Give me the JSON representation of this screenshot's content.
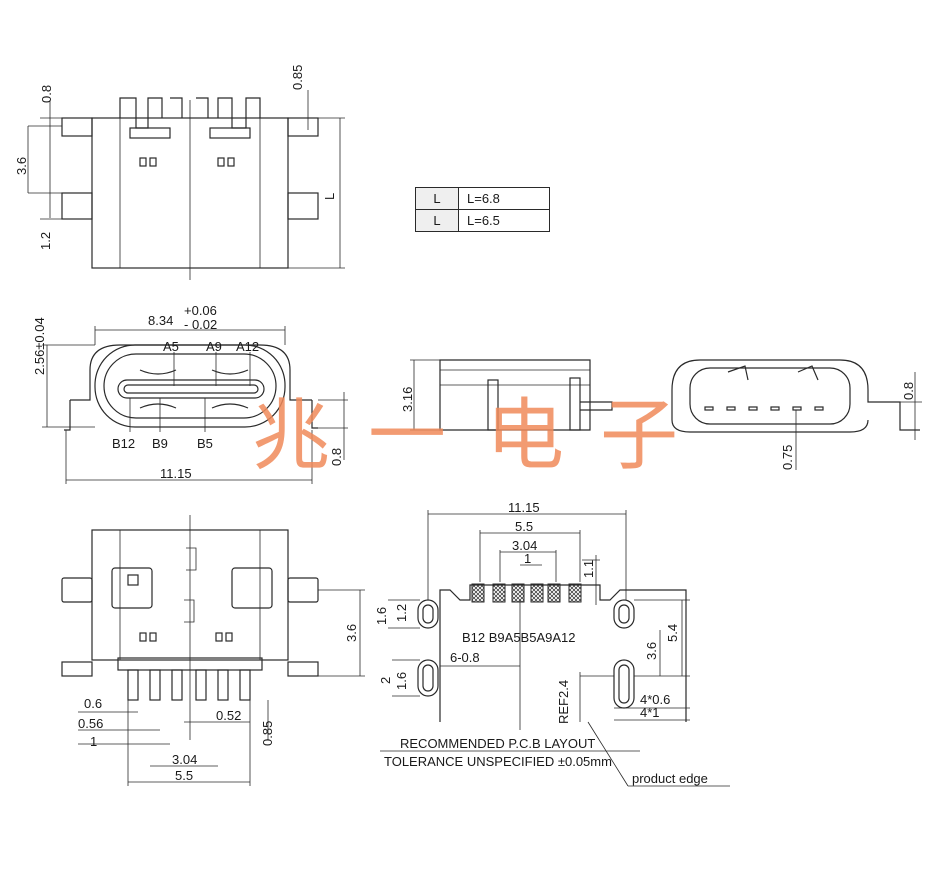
{
  "watermark": {
    "chars": [
      "兆",
      "一",
      "电",
      "子"
    ],
    "color": "#f08a5a"
  },
  "length_table": {
    "rows": [
      {
        "key": "L",
        "value": "L=6.8"
      },
      {
        "key": "L",
        "value": "L=6.5"
      }
    ]
  },
  "top_view": {
    "dims": {
      "d0_8": "0.8",
      "d3_6": "3.6",
      "d1_2": "1.2",
      "d0_85": "0.85",
      "dL": "L"
    }
  },
  "front_view": {
    "dims": {
      "d2_56": "2.56±0.04",
      "d8_34": "8.34",
      "tol_plus": "+0.06",
      "tol_minus": "- 0.02",
      "d11_15": "11.15",
      "d0_8": "0.8"
    },
    "pins_top": [
      "A5",
      "A9",
      "A12"
    ],
    "pins_bottom": [
      "B12",
      "B9",
      "B5"
    ]
  },
  "side_view": {
    "dims": {
      "d3_16": "3.16"
    }
  },
  "rear_view": {
    "dims": {
      "d0_8": "0.8",
      "d0_75": "0.75"
    }
  },
  "bottom_view": {
    "dims": {
      "d3_6": "3.6",
      "d0_6": "0.6",
      "d0_56": "0.56",
      "d1": "1",
      "d0_52": "0.52",
      "d0_85": "0.85",
      "d3_04": "3.04",
      "d5_5": "5.5"
    }
  },
  "pcb_layout": {
    "dims": {
      "d11_15": "11.15",
      "d5_5": "5.5",
      "d3_04": "3.04",
      "d1": "1",
      "d1_1": "1.1",
      "d1_6": "1.6",
      "d1_2": "1.2",
      "d6_0_8": "6-0.8",
      "d2": "2",
      "d1_6b": "1.6",
      "d3_6": "3.6",
      "d5_4": "5.4",
      "ref2_4": "REF2.4",
      "d4_0_6": "4*0.6",
      "d4_1": "4*1"
    },
    "pin_labels": "B12 B9A5B5A9A12",
    "title": "RECOMMENDED  P.C.B LAYOUT",
    "tolerance": "TOLERANCE UNSPECIFIED ±0.05mm",
    "product_edge": "product edge"
  }
}
